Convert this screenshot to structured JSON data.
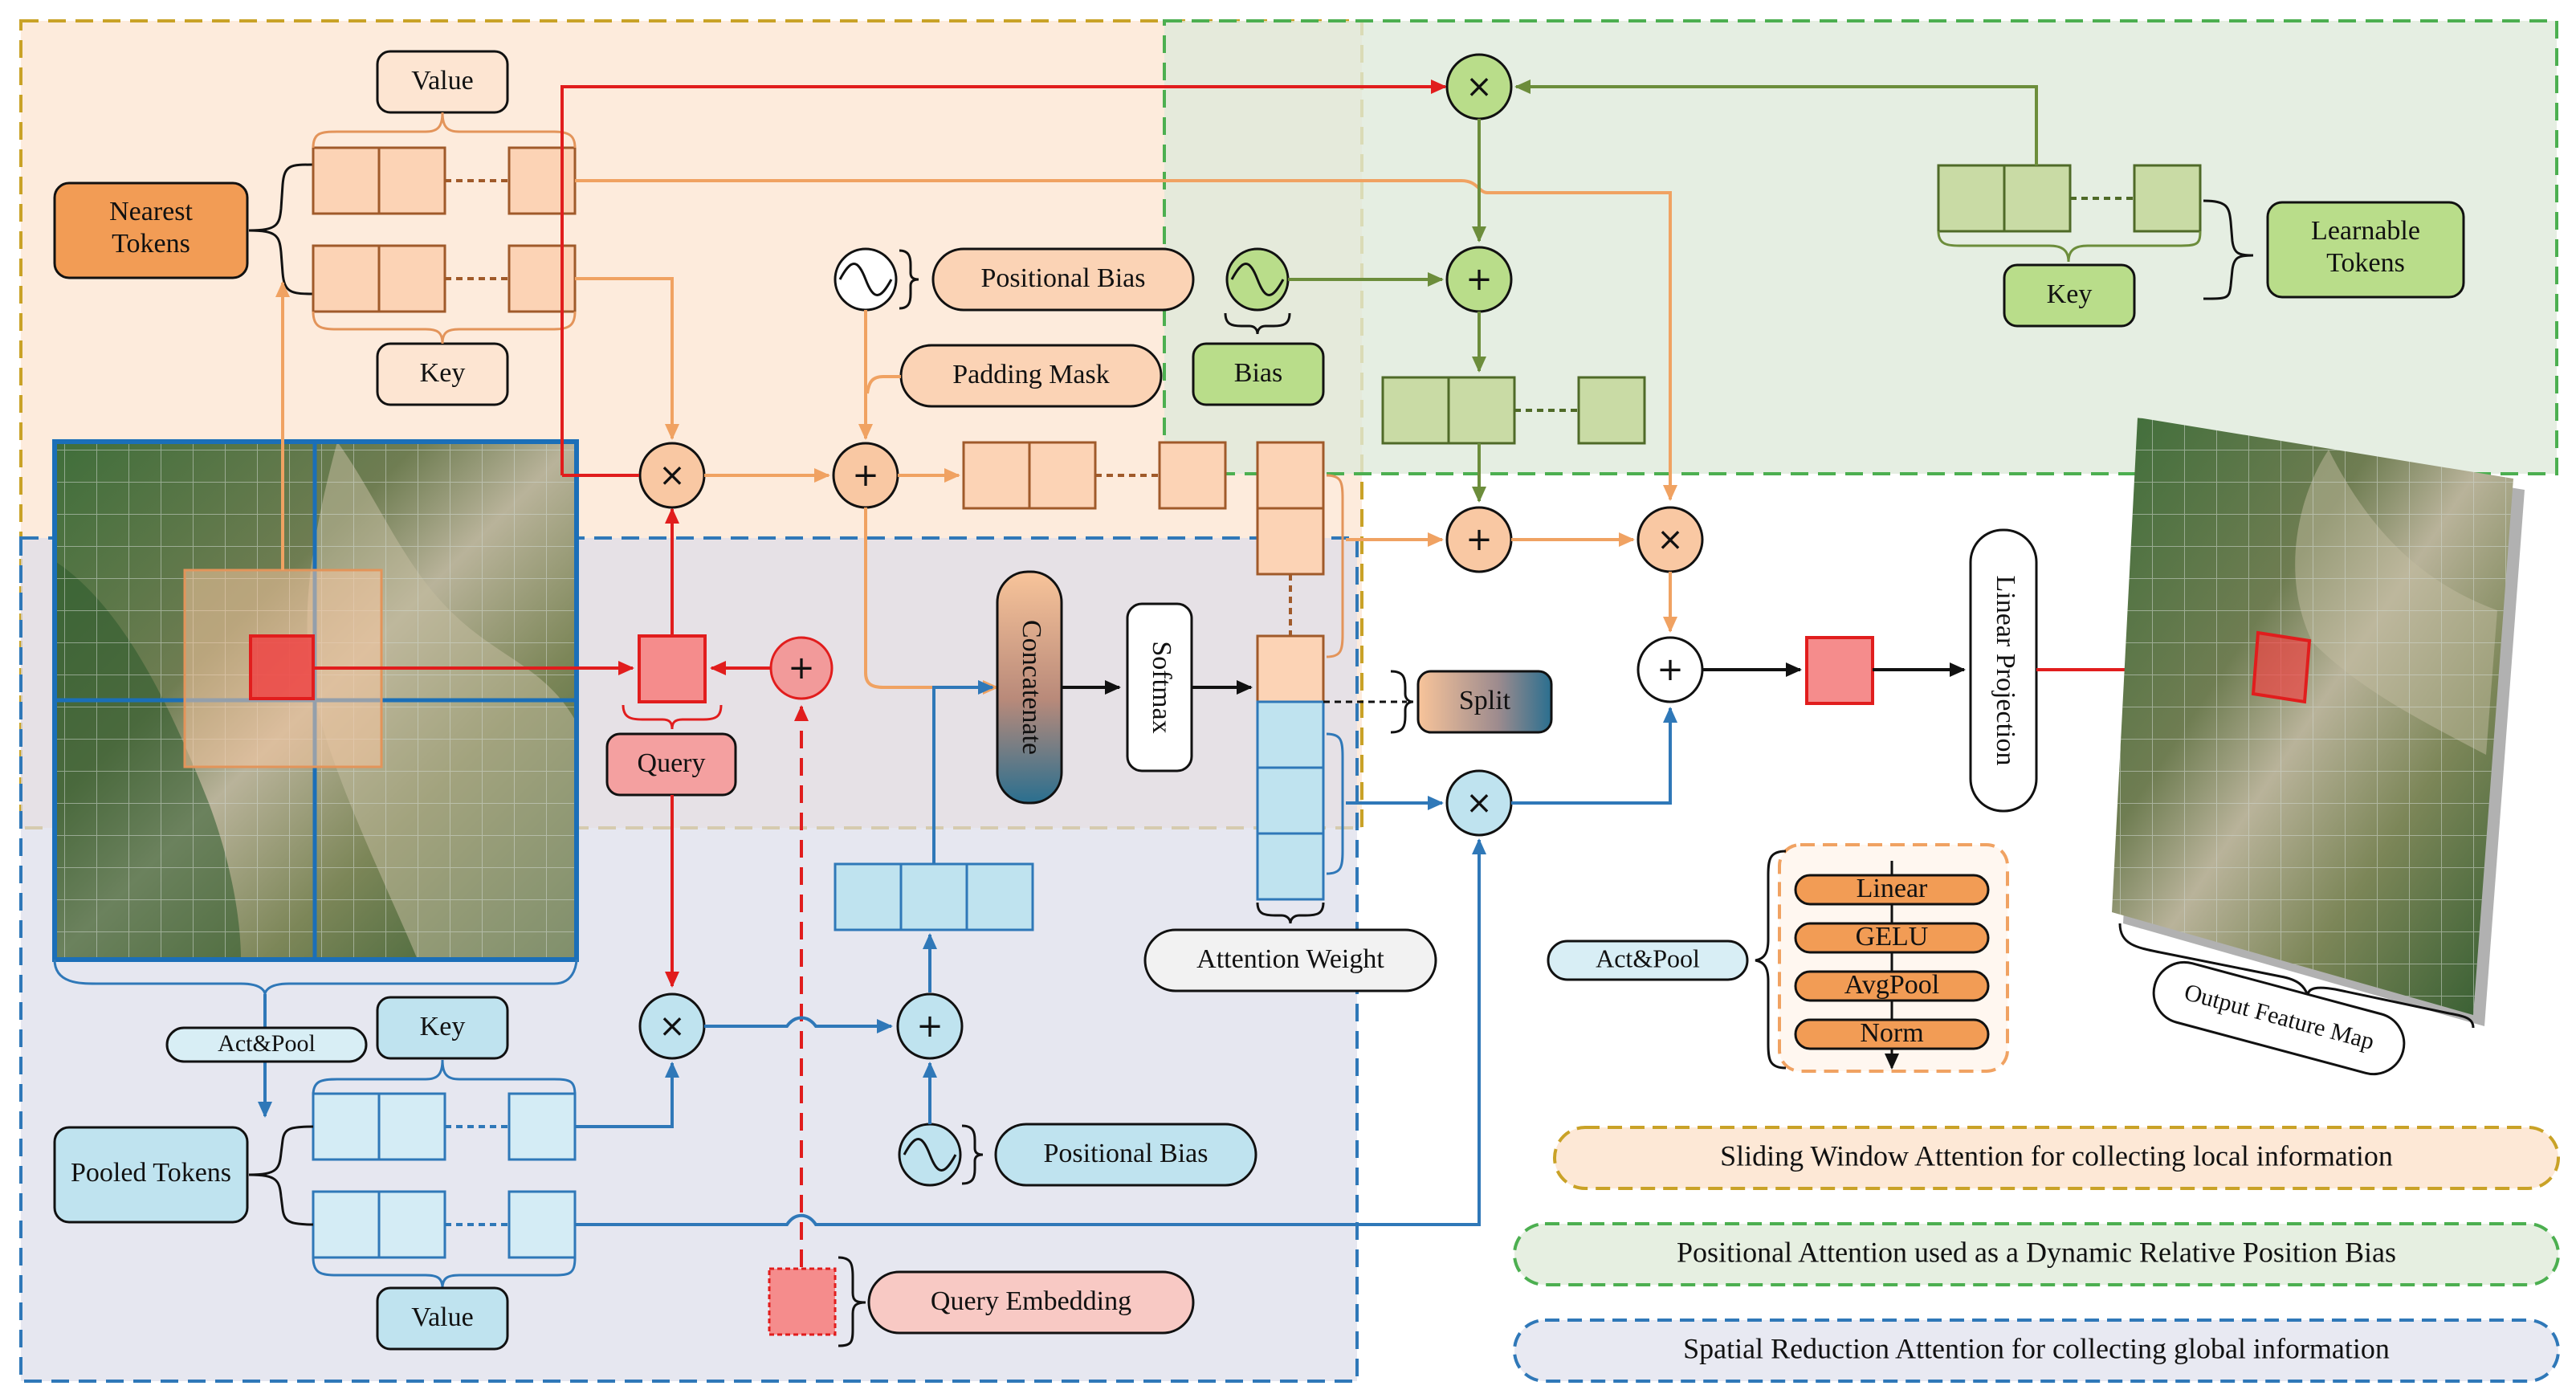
{
  "regions": {
    "sliding_window": "Sliding Window Attention for collecting local information",
    "positional": "Positional Attention used as a Dynamic Relative Position Bias",
    "spatial_reduction": "Spatial Reduction Attention for collecting global information"
  },
  "labels": {
    "value_top": "Value",
    "key_top": "Key",
    "nearest_tokens_1": "Nearest",
    "nearest_tokens_2": "Tokens",
    "positional_bias_top": "Positional Bias",
    "padding_mask": "Padding Mask",
    "bias": "Bias",
    "learnable_tokens_1": "Learnable",
    "learnable_tokens_2": "Tokens",
    "key_green": "Key",
    "query": "Query",
    "concatenate": "Concatenate",
    "softmax": "Softmax",
    "split": "Split",
    "attention_weight": "Attention Weight",
    "linear_projection": "Linear Projection",
    "output_feature_map": "Output Feature Map",
    "act_pool_left": "Act&Pool",
    "key_bottom": "Key",
    "value_bottom": "Value",
    "pooled_tokens": "Pooled Tokens",
    "positional_bias_bottom": "Positional Bias",
    "query_embedding": "Query Embedding",
    "act_pool_right": "Act&Pool"
  },
  "act_pool_stack": [
    "Linear",
    "GELU",
    "AvgPool",
    "Norm"
  ],
  "operators": {
    "multiply": "×",
    "add": "+"
  },
  "colors": {
    "orange_fill": "#fbd3b5",
    "orange_stroke": "#e3945a",
    "orange_dark": "#a05a2a",
    "green_fill": "#c9dba5",
    "green_stroke": "#6c8d3b",
    "blue_fill": "#bfe3ef",
    "blue_stroke": "#2f78b8",
    "red": "#e11d1d",
    "pink_fill": "#f28c8c",
    "region_orange": "#fdeadb",
    "region_green": "#e6efe1",
    "region_blue": "#e8e9f2"
  }
}
